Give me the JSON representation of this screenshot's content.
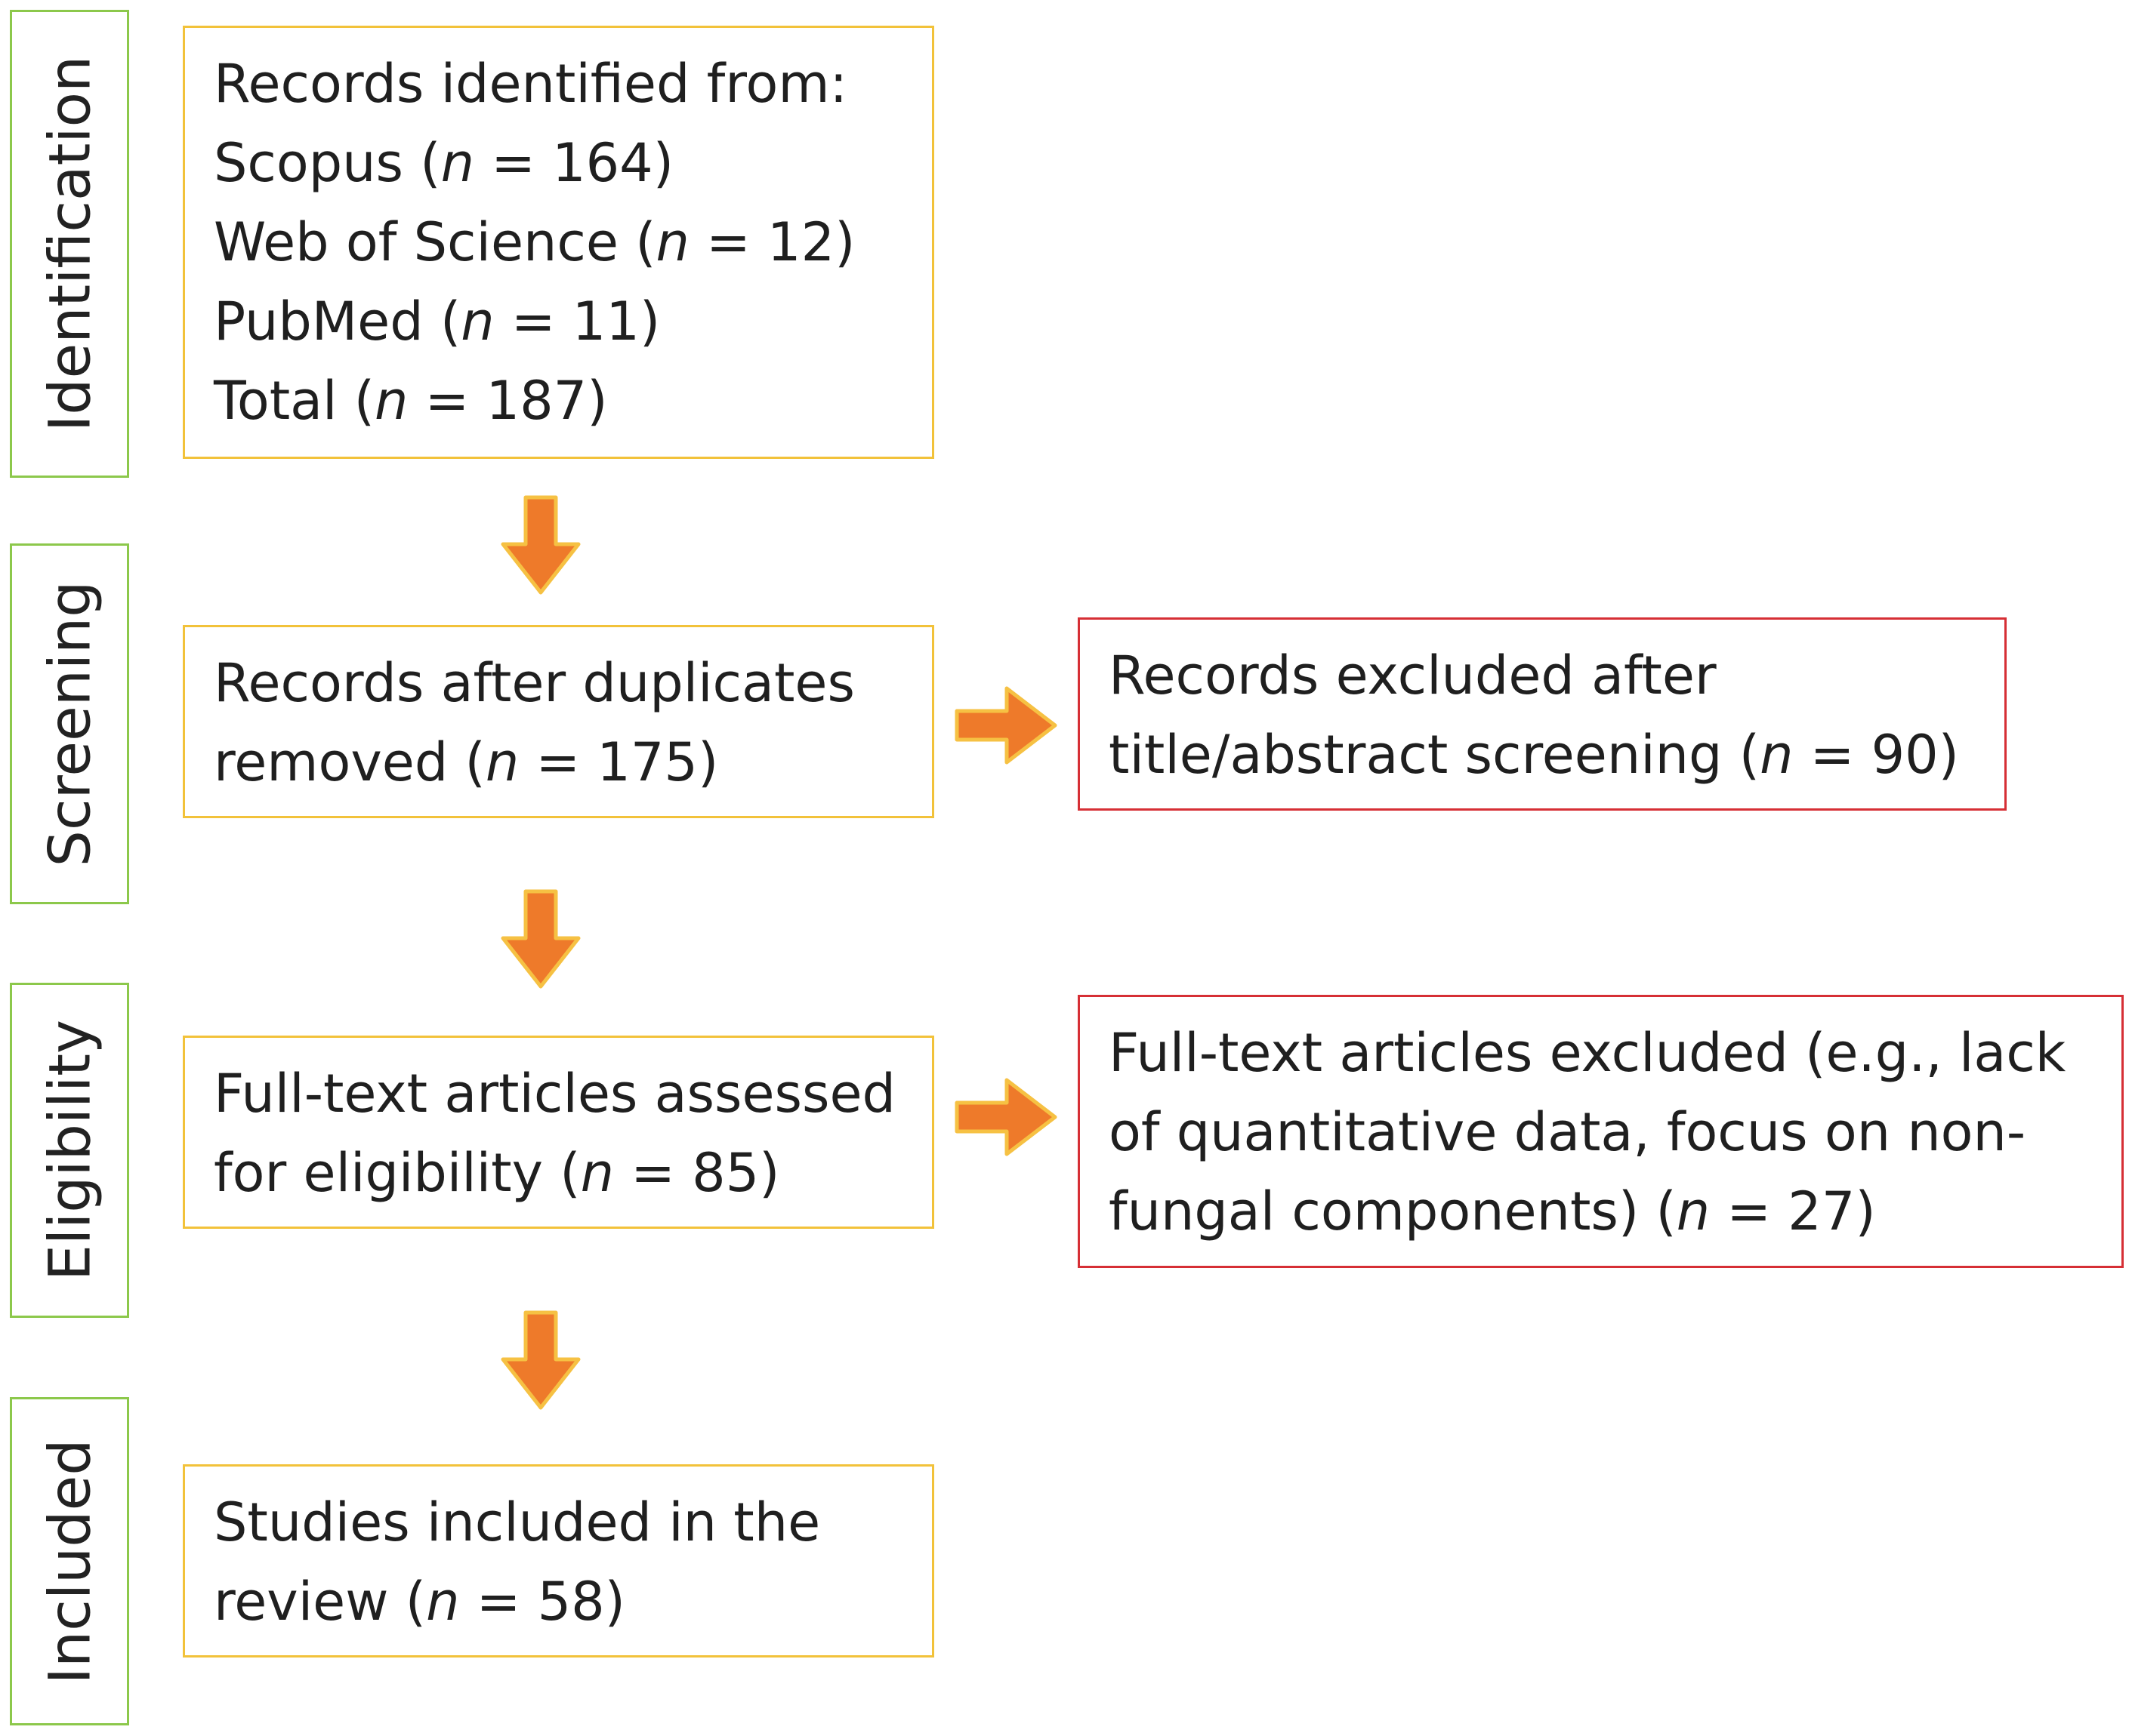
{
  "stages": {
    "identification": "Identification",
    "screening": "Screening",
    "eligibility": "Eligibility",
    "included": "Included"
  },
  "identified_box": {
    "heading": "Records identified from:",
    "sources": [
      {
        "name": "Scopus",
        "n": "164"
      },
      {
        "name": "Web of Science",
        "n": "12"
      },
      {
        "name": "PubMed",
        "n": "11"
      },
      {
        "name": "Total",
        "n": "187"
      }
    ]
  },
  "screened_box": {
    "line1": "Records after duplicates",
    "line2_text": "removed",
    "n": "175"
  },
  "excluded_screening_box": {
    "line1": "Records excluded after",
    "line2_text": "title/abstract screening",
    "n": "90"
  },
  "eligibility_box": {
    "line1": "Full-text articles assessed",
    "line2_text": "for eligibility",
    "n": "85"
  },
  "excluded_fulltext_box": {
    "line1": "Full-text articles excluded (e.g., lack",
    "line2": "of quantitative data, focus on non-",
    "line3_text": "fungal components)",
    "n": "27"
  },
  "included_box": {
    "line1": "Studies included in the",
    "line2_text": "review",
    "n": "58"
  },
  "n_symbol": "n",
  "colors": {
    "stage_border": "#8cc84b",
    "flow_box_border": "#f2c23a",
    "exclusion_box_border": "#d62f35",
    "arrow_fill": "#ee7a2a",
    "arrow_outline": "#f6c143"
  }
}
